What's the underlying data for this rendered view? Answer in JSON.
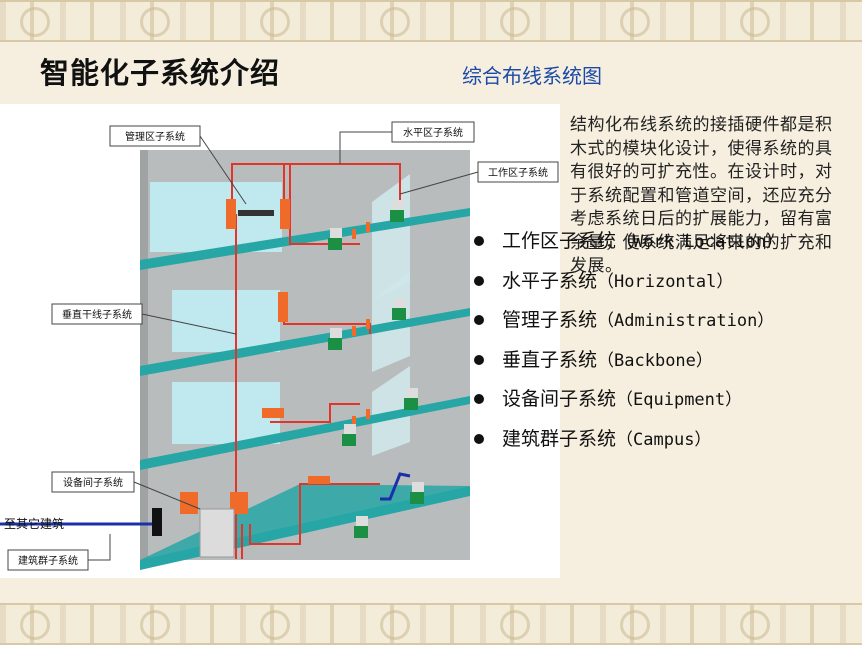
{
  "slide": {
    "title": "智能化子系统介绍",
    "diagram_title": "综合布线系统图"
  },
  "description": "结构化布线系统的接插硬件都是积木式的模块化设计，使得系统的具有很好的可扩充性。在设计时，对于系统配置和管道空间，还应充分考虑系统日后的扩展能力，留有富余量，使系统满足将来的的扩充和发展。",
  "diagram": {
    "labels": {
      "management": "管理区子系统",
      "horizontal": "水平区子系统",
      "work_area": "工作区子系统",
      "vertical": "垂直干线子系统",
      "equipment": "设备间子系统",
      "to_other": "至其它建筑",
      "campus": "建筑群子系统"
    },
    "colors": {
      "floor": "#27a6a6",
      "wall": "#b9bcbd",
      "window": "#bfe9ee",
      "hardware": "#f06a2a",
      "cable": "#e2342a",
      "terminal": "#1b8f43",
      "outdoor_cable": "#1a2fa8"
    }
  },
  "subsystems": [
    {
      "name": "工作区子系统",
      "en": "（Work Location）"
    },
    {
      "name": "水平子系统",
      "en": "（Horizontal）"
    },
    {
      "name": "管理子系统",
      "en": "（Administration）"
    },
    {
      "name": "垂直子系统",
      "en": "（Backbone）"
    },
    {
      "name": "设备间子系统",
      "en": "（Equipment）"
    },
    {
      "name": "建筑群子系统",
      "en": "（Campus）"
    }
  ]
}
